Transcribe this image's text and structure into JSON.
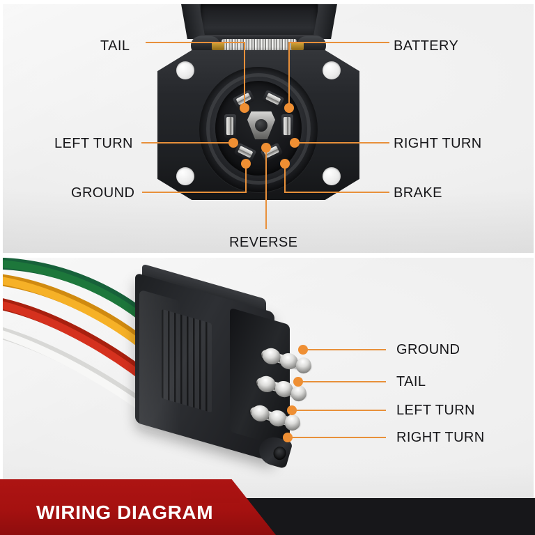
{
  "banner": {
    "title": "WIRING DIAGRAM",
    "red": "#a91211",
    "black": "#17171a"
  },
  "theme": {
    "leader_color": "#e8903a",
    "dot_color": "#ef8f33",
    "label_color": "#17171a",
    "panel_background": "#efefef"
  },
  "socket_7way": {
    "labels": {
      "tail": "TAIL",
      "battery": "BATTERY",
      "left_turn": "LEFT TURN",
      "right_turn": "RIGHT TURN",
      "ground": "GROUND",
      "brake": "BRAKE",
      "reverse": "REVERSE"
    }
  },
  "connector_4pin": {
    "labels": {
      "ground": "GROUND",
      "tail": "TAIL",
      "left_turn": "LEFT TURN",
      "right_turn": "RIGHT TURN"
    },
    "wire_colors": {
      "green": "#1e7a3c",
      "yellow": "#f6a81c",
      "red": "#cf2b1c",
      "white": "#f2f2f2"
    }
  }
}
